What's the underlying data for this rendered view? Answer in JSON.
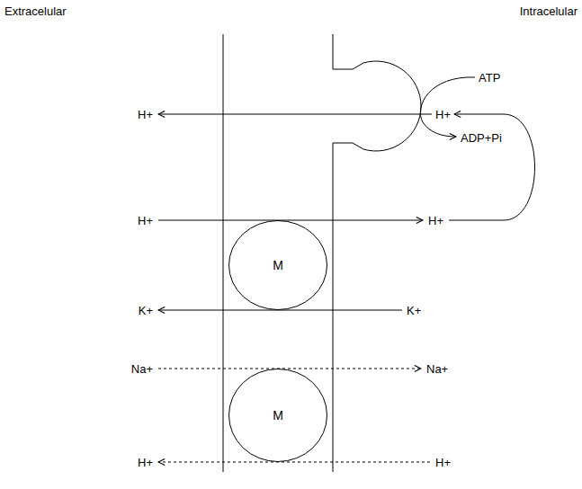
{
  "diagram": {
    "nodes": [
      {
        "text": [
          "M"
        ]
      },
      {
        "text": [
          "M"
        ]
      }
    ],
    "labels": [
      "Extracelular",
      "Intracelular",
      "ATP",
      "H+",
      "H+",
      "ADP+Pi",
      "H+",
      "H+",
      "K+",
      "K+",
      "Na+",
      "Na+",
      "H+",
      "H+"
    ]
  }
}
